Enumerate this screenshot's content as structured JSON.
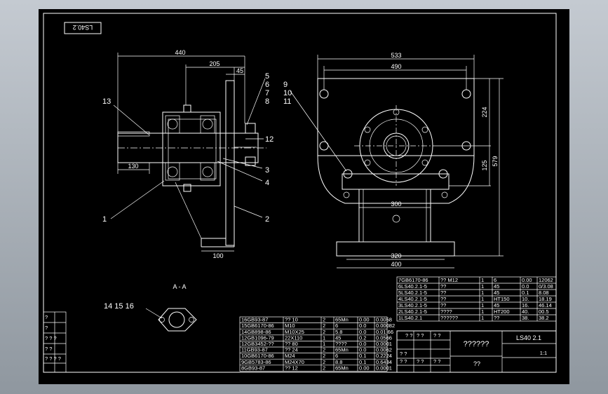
{
  "colors": {
    "outer": "#9ea6ae",
    "sheet": "#000000",
    "line": "#ffffff"
  },
  "drawing_code_top": "LS40.2",
  "section_label": "A - A",
  "title_code": "LS40 2.1",
  "title_name": "??????",
  "title_sub": "??",
  "scale": "1:1",
  "dims_side": [
    "440",
    "205",
    "45",
    "130",
    "100"
  ],
  "dims_front": [
    "533",
    "490",
    "224",
    "125",
    "579",
    "300",
    "320",
    "400"
  ],
  "balloons_side": [
    "13",
    "5",
    "6",
    "7",
    "8",
    "12",
    "3",
    "4",
    "1",
    "2"
  ],
  "balloons_front": [
    "9",
    "10",
    "11"
  ],
  "balloons_section": "14 15 16",
  "parts_upper": [
    {
      "code": "7GB6170-86",
      "name": "?? M12",
      "qty": "1",
      "mat": "6",
      "w1": "0.00",
      "w2": "12062"
    },
    {
      "code": "6LS40.2.1-5",
      "name": "??",
      "qty": "1",
      "mat": "45",
      "w1": "0.0",
      "w2": "0/3.08"
    },
    {
      "code": "5LS40.2.1-5",
      "name": "??",
      "qty": "1",
      "mat": "45",
      "w1": "0.1",
      "w2": "8.08"
    },
    {
      "code": "4LS40.2.1-5",
      "name": "??",
      "qty": "1",
      "mat": "HT150",
      "w1": "10.",
      "w2": "18.19"
    },
    {
      "code": "3LS40.2.1-5",
      "name": "??",
      "qty": "1",
      "mat": "45",
      "w1": "16.",
      "w2": "46.14"
    },
    {
      "code": "2LS40.2.1-5",
      "name": "????",
      "qty": "1",
      "mat": "HT200",
      "w1": "40.",
      "w2": "00.5"
    },
    {
      "code": "1LS40.2.1",
      "name": "??????",
      "qty": "1",
      "mat": "??",
      "w1": "38.",
      "w2": "38.2"
    }
  ],
  "parts_lower": [
    {
      "code": "16GB93-87",
      "name": "?? 10",
      "qty": "2",
      "mat": "65Mn",
      "w1": "0.00",
      "w2": "0.0058"
    },
    {
      "code": "15GB6170-86",
      "name": "M10",
      "qty": "2",
      "mat": "6",
      "w1": "0.0",
      "w2": "0.00082"
    },
    {
      "code": "14GB898-86",
      "name": "M10X25",
      "qty": "2",
      "mat": "5.8",
      "w1": "0.0",
      "w2": "0.01 66"
    },
    {
      "code": "12GB1096-79",
      "name": "22X110",
      "qty": "1",
      "mat": "45",
      "w1": "0.2",
      "w2": "0.0566"
    },
    {
      "code": "12GB3452-??",
      "name": "?? 80",
      "qty": "1",
      "mat": "????",
      "w1": "0.0",
      "w2": "0.0001"
    },
    {
      "code": "11GB93-87",
      "name": "?? 24",
      "qty": "2",
      "mat": "65Mn",
      "w1": "0.0",
      "w2": "0.0062"
    },
    {
      "code": "10GB6170-86",
      "name": "M24",
      "qty": "2",
      "mat": "6",
      "w1": "0.1",
      "w2": "0.2224"
    },
    {
      "code": "9GB5783-86",
      "name": "M24X70",
      "qty": "2",
      "mat": "8.8",
      "w1": "0.1",
      "w2": "0.6434"
    },
    {
      "code": "8GB93-87",
      "name": "?? 12",
      "qty": "2",
      "mat": "65Mn",
      "w1": "0.00",
      "w2": "0.0001"
    }
  ],
  "left_margin_labels": [
    "?",
    "?",
    "? ? ?",
    "? ?",
    "? ? ? ?"
  ]
}
